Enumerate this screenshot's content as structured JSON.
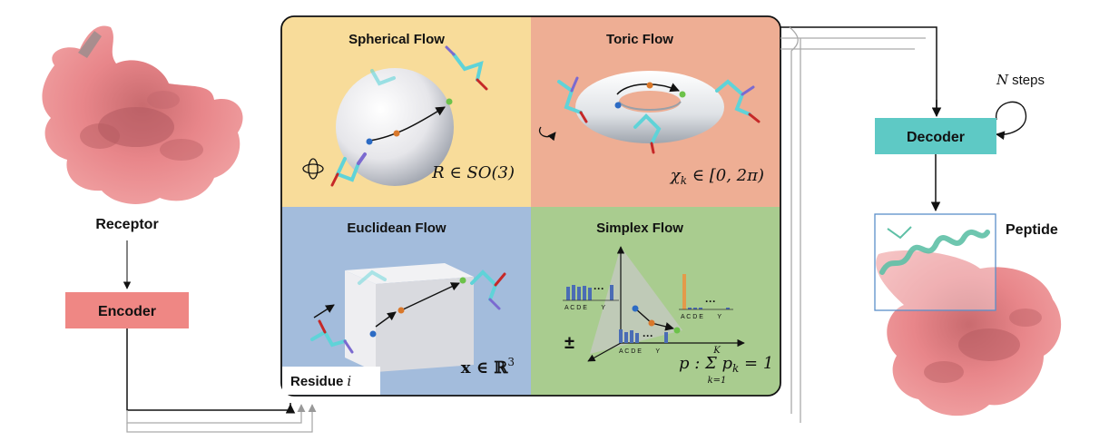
{
  "receptor": {
    "label": "Receptor"
  },
  "encoder": {
    "label": "Encoder"
  },
  "decoder": {
    "label": "Decoder"
  },
  "steps": {
    "var": "N",
    "label": "steps"
  },
  "peptide": {
    "label": "Peptide"
  },
  "panel": {
    "residue_label": "Residue",
    "residue_var": "i",
    "quadrants": [
      {
        "title": "Spherical Flow",
        "formula": "R ∈ SO(3)"
      },
      {
        "title": "Toric Flow",
        "formula": "χ",
        "formula_sub": "k",
        "formula_rest": " ∈ [0, 2π)"
      },
      {
        "title": "Euclidean Flow",
        "formula": "x ∈ ℝ",
        "formula_sup": "3"
      },
      {
        "title": "Simplex Flow",
        "formula": "p : Σ p",
        "formula_sub": "k",
        "formula_rest": " = 1",
        "sum_top": "K",
        "sum_bottom": "k=1"
      }
    ],
    "histogram": {
      "axis_labels": "A C D E        Y",
      "dots": "···",
      "plus_minus": "±"
    }
  },
  "colors": {
    "spherical": "#f8dc9a",
    "toric": "#eeae94",
    "euclidean": "#a3bcdc",
    "simplex": "#a9cc8f",
    "encoder": "#ef8784",
    "decoder": "#5ec9c5",
    "protein": "#e8868a",
    "peptide_helix": "#5ec0a6",
    "bars": "#4a6cb5",
    "bar_highlight": "#e49a4a"
  }
}
